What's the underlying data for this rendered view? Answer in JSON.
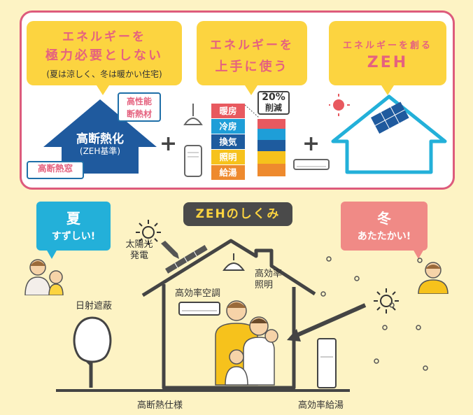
{
  "top": {
    "bubble1": {
      "title_line1": "エネルギーを",
      "title_line2": "極力必要としない",
      "subtitle": "(夏は涼しく、冬は暖かい住宅)"
    },
    "bubble2": {
      "title_line1": "エネルギーを",
      "title_line2": "上手に使う"
    },
    "bubble3": {
      "title_line1": "エネルギーを創る",
      "title_line2": "ZEH"
    },
    "insulation": {
      "main": "高断熱化",
      "sub": "(ZEH基準)",
      "badge_material_line1": "高性能",
      "badge_material_line2": "断熱材",
      "badge_window": "高断熱窓"
    },
    "stack_items": [
      "暖房",
      "冷房",
      "換気",
      "照明",
      "給湯"
    ],
    "stack_colors": [
      "#e8595f",
      "#1e9ed8",
      "#1e5b9e",
      "#f6c21c",
      "#ee8a2e"
    ],
    "reduction": {
      "percent": "20%",
      "label": "削減"
    },
    "plus_sign": "+"
  },
  "bottom": {
    "title": "ZEHのしくみ",
    "summer": {
      "line1": "夏",
      "line2": "すずしい!"
    },
    "winter": {
      "line1": "冬",
      "line2": "あたたかい!"
    },
    "labels": {
      "solar_line1": "太陽光",
      "solar_line2": "発電",
      "shading": "日射遮蔽",
      "aircon": "高効率空調",
      "light_line1": "高効率",
      "light_line2": "照明",
      "insulation_spec": "高断熱仕様",
      "water_heater": "高効率給湯"
    }
  },
  "colors": {
    "pink": "#e5627f",
    "yellow": "#fcd440",
    "navy": "#1f5a9e",
    "cyan": "#23b0d9",
    "salmon": "#f08a86",
    "dark": "#4a4a4a"
  }
}
